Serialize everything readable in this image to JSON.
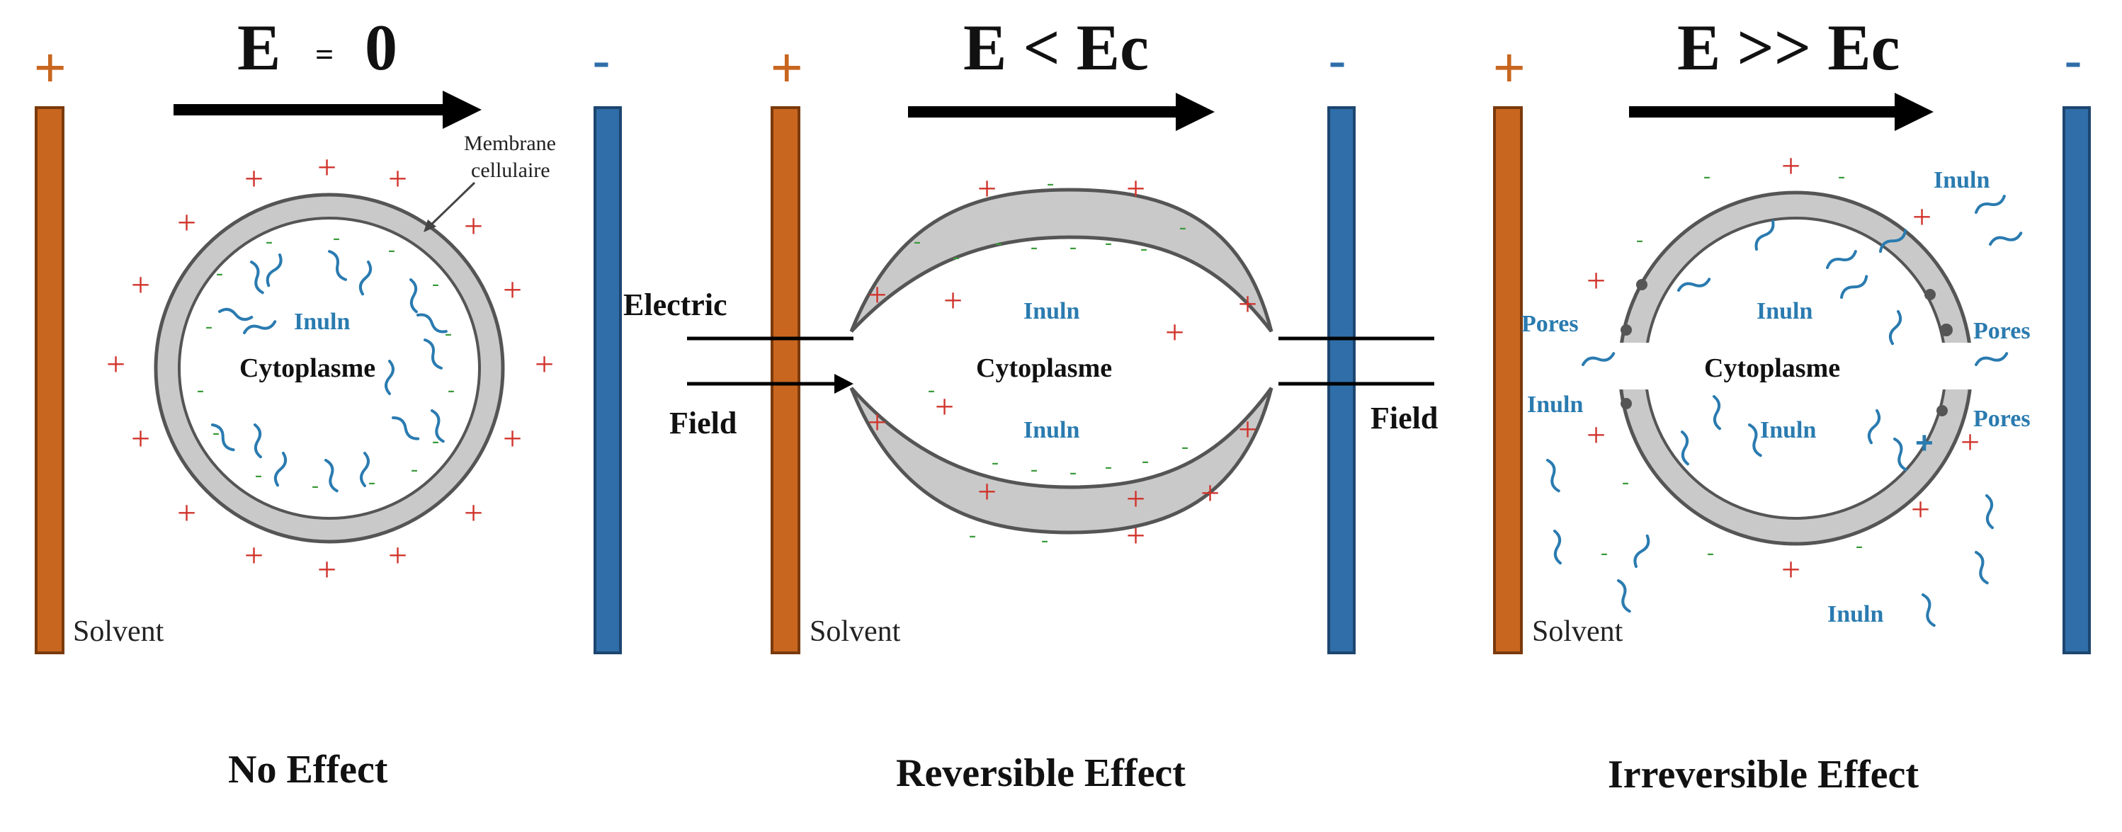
{
  "panels": [
    {
      "id": "no-effect",
      "heading_main": "E",
      "heading_op": "=",
      "heading_value": "0",
      "caption": "No Effect",
      "solvent_label": "Solvent",
      "membrane_label_line1": "Membrane",
      "membrane_label_line2": "cellulaire",
      "inulin_label": "Inuln",
      "cytoplasm_label": "Cytoplasme"
    },
    {
      "id": "reversible-effect",
      "heading": "E < Ec",
      "caption": "Reversible Effect",
      "solvent_label": "Solvent",
      "inulin_label_top": "Inuln",
      "inulin_label_bottom": "Inuln",
      "cytoplasm_label": "Cytoplasme",
      "field_label_left_1": "Electric",
      "field_label_left_2": "Field",
      "field_label_right": "Field"
    },
    {
      "id": "irreversible-effect",
      "heading": "E >> Ec",
      "caption": "Irreversible Effect",
      "solvent_label": "Solvent",
      "cytoplasm_label": "Cytoplasme",
      "inulin_inside_top": "Inuln",
      "inulin_inside_bottom": "Inuln",
      "inulin_outside_top_right": "Inuln",
      "inulin_outside_left": "Inuln",
      "inulin_outside_bottom": "Inuln",
      "pores_left": "Pores",
      "pores_right_top": "Pores",
      "pores_right_bottom": "Pores"
    }
  ],
  "electrode_signs": {
    "positive": "+",
    "negative": "-"
  },
  "charge_signs": {
    "positive": "+",
    "negative": "-"
  },
  "colors": {
    "positive_electrode": "#c8661f",
    "negative_electrode": "#2f6ea8",
    "membrane_fill": "#c9c9c9",
    "membrane_stroke": "#555555",
    "positive_charge": "#d0342c",
    "negative_charge": "#3a9a3a",
    "inulin": "#2a7bb0",
    "text_dark": "#111111"
  },
  "icons": {
    "field_arrow": "right-arrow-icon",
    "inulin_molecule": "wavy-line-icon",
    "pore": "dot-icon"
  }
}
